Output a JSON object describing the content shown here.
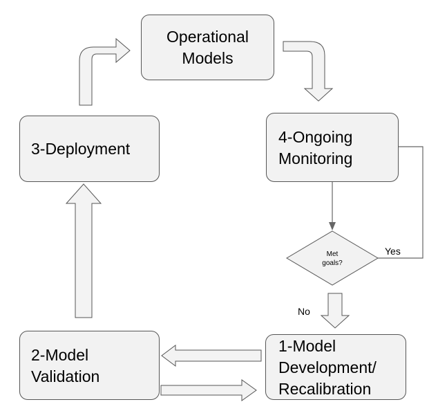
{
  "nodes": {
    "operational": {
      "line1": "Operational",
      "line2": "Models"
    },
    "monitoring": {
      "line1": "4-Ongoing",
      "line2": "Monitoring"
    },
    "deployment": {
      "label": "3-Deployment"
    },
    "validation": {
      "line1": "2-Model",
      "line2": "Validation"
    },
    "development": {
      "line1": "1-Model",
      "line2": "Development/",
      "line3": "Recalibration"
    },
    "decision": {
      "line1": "Met",
      "line2": "goals?"
    }
  },
  "edges": {
    "yes_label": "Yes",
    "no_label": "No"
  }
}
